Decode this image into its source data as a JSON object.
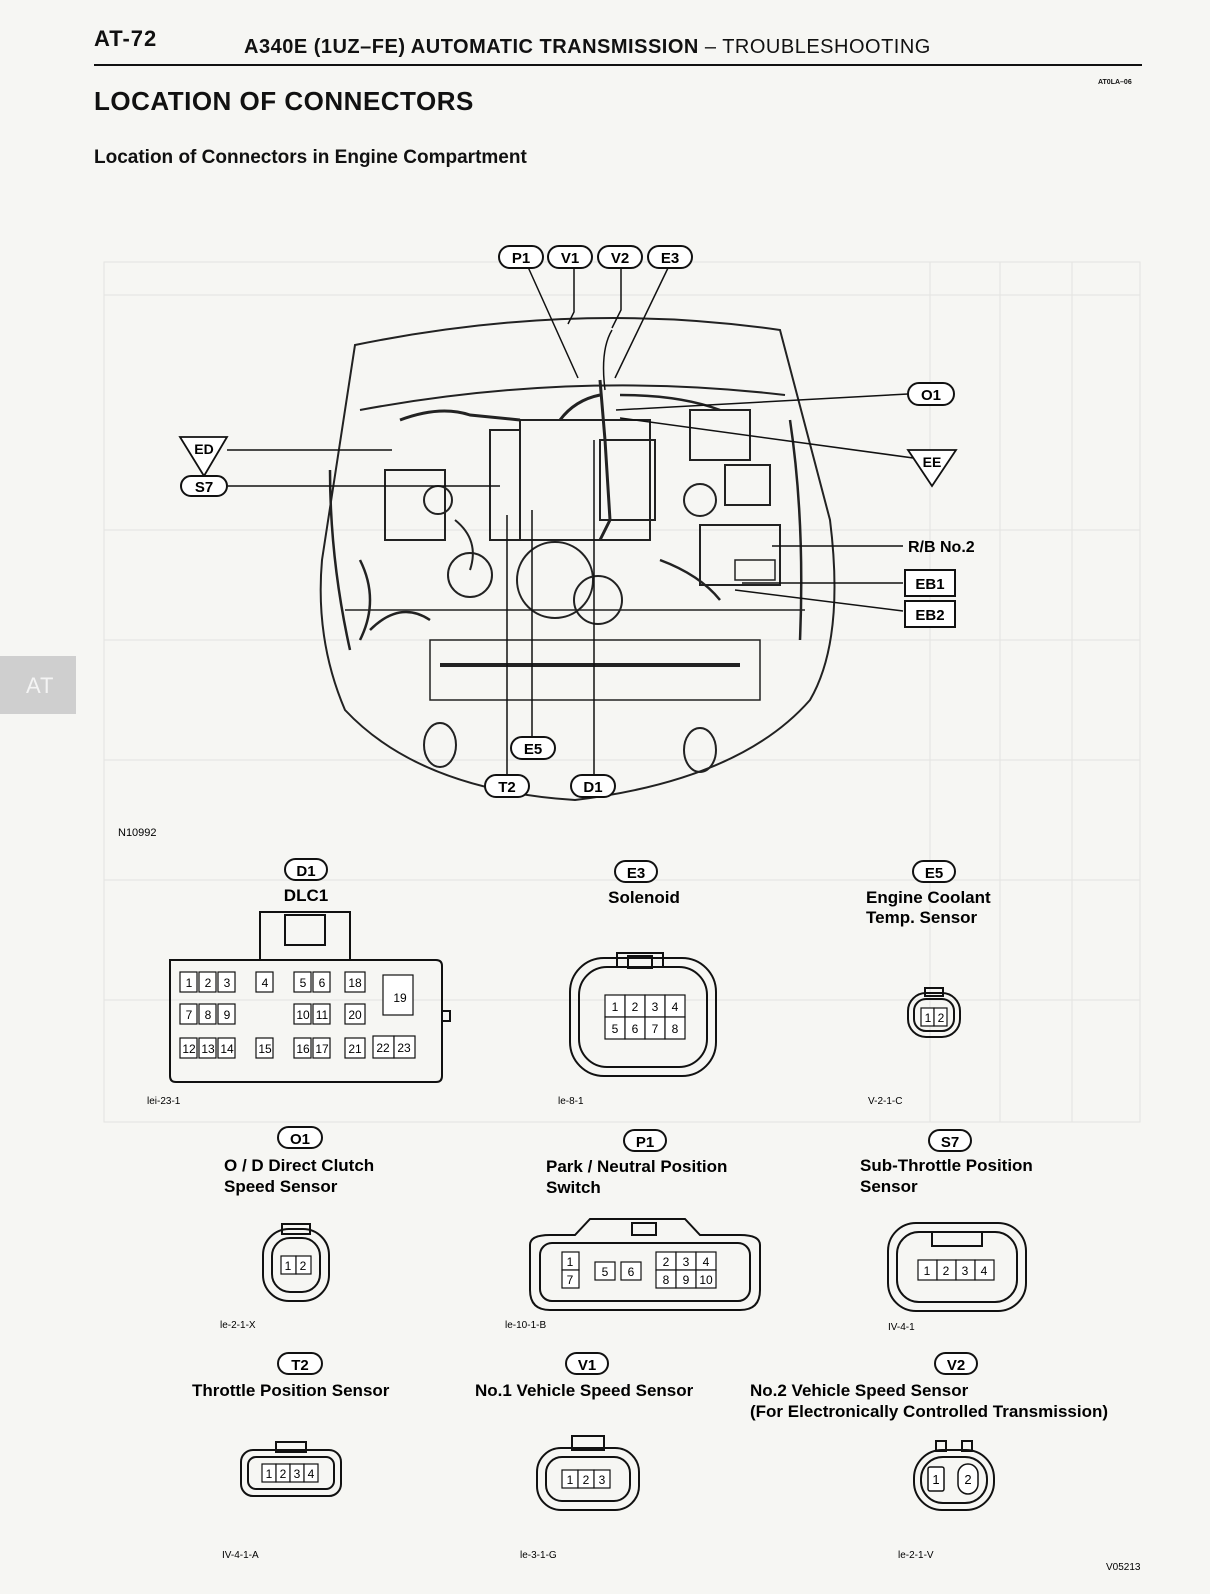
{
  "header": {
    "page_number": "AT-72",
    "title_main": "A340E (1UZ–FE) AUTOMATIC TRANSMISSION",
    "title_dash": " – ",
    "title_section": "TROUBLESHOOTING",
    "doc_code": "AT0LA–06"
  },
  "section_title": "LOCATION OF CONNECTORS",
  "subtitle": "Location of Connectors in Engine Compartment",
  "side_tab": "AT",
  "diagram": {
    "figure_id": "N10992",
    "callouts_top": [
      "P1",
      "V1",
      "V2",
      "E3"
    ],
    "callouts_right": [
      "O1"
    ],
    "triangle_left": "ED",
    "triangle_right": "EE",
    "callout_left": "S7",
    "relay_box": "R/B No.2",
    "box_labels": [
      "EB1",
      "EB2"
    ],
    "callouts_bottom": [
      "E5",
      "T2",
      "D1"
    ]
  },
  "connectors": [
    {
      "code": "D1",
      "name1": "DLC1",
      "name2": "",
      "ref": "lei-23-1"
    },
    {
      "code": "E3",
      "name1": "Solenoid",
      "name2": "",
      "ref": "le-8-1"
    },
    {
      "code": "E5",
      "name1": "Engine Coolant",
      "name2": "Temp. Sensor",
      "ref": "V-2-1-C"
    },
    {
      "code": "O1",
      "name1": "O / D Direct Clutch",
      "name2": "Speed Sensor",
      "ref": "le-2-1-X"
    },
    {
      "code": "P1",
      "name1": "Park / Neutral Position",
      "name2": "Switch",
      "ref": "le-10-1-B"
    },
    {
      "code": "S7",
      "name1": "Sub-Throttle Position",
      "name2": "Sensor",
      "ref": "IV-4-1"
    },
    {
      "code": "T2",
      "name1": "Throttle Position Sensor",
      "name2": "",
      "ref": "IV-4-1-A"
    },
    {
      "code": "V1",
      "name1": "No.1 Vehicle Speed Sensor",
      "name2": "",
      "ref": "le-3-1-G"
    },
    {
      "code": "V2",
      "name1": "No.2 Vehicle Speed Sensor",
      "name2": "(For Electronically Controlled Transmission)",
      "ref": "le-2-1-V"
    }
  ],
  "pins": {
    "dlc1": [
      "1",
      "2",
      "3",
      "4",
      "5",
      "6",
      "18",
      "19",
      "7",
      "8",
      "9",
      "10",
      "11",
      "20",
      "12",
      "13",
      "14",
      "15",
      "16",
      "17",
      "21",
      "22",
      "23"
    ],
    "e3": [
      "1",
      "2",
      "3",
      "4",
      "5",
      "6",
      "7",
      "8"
    ],
    "e5": [
      "1",
      "2"
    ],
    "o1": [
      "1",
      "2"
    ],
    "p1": [
      "1",
      "7",
      "5",
      "6",
      "2",
      "3",
      "4",
      "8",
      "9",
      "10"
    ],
    "s7": [
      "1",
      "2",
      "3",
      "4"
    ],
    "t2": [
      "1",
      "2",
      "3",
      "4"
    ],
    "v1": [
      "1",
      "2",
      "3"
    ],
    "v2": [
      "1",
      "2"
    ]
  },
  "footer_code": "V05213"
}
